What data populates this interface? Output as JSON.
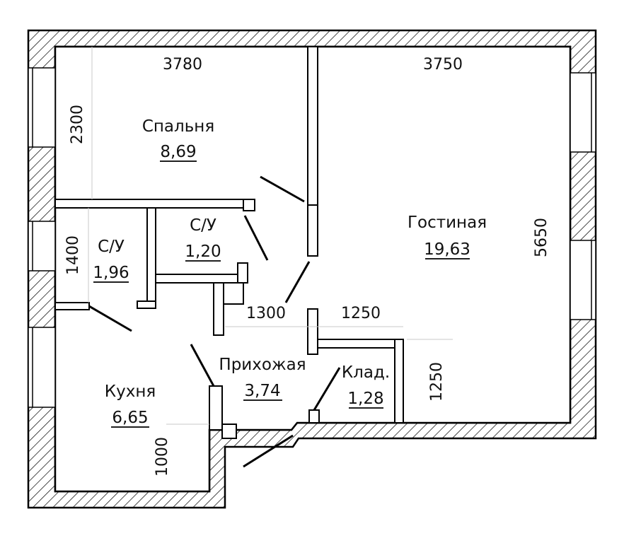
{
  "rooms": {
    "bedroom": {
      "name": "Спальня",
      "area": "8,69"
    },
    "living": {
      "name": "Гостиная",
      "area": "19,63"
    },
    "bath1": {
      "name": "С/У",
      "area": "1,96"
    },
    "bath2": {
      "name": "С/У",
      "area": "1,20"
    },
    "hall": {
      "name": "Прихожая",
      "area": "3,74"
    },
    "kitchen": {
      "name": "Кухня",
      "area": "6,65"
    },
    "storage": {
      "name": "Клад.",
      "area": "1,28"
    }
  },
  "dimensions": {
    "bedroom_width": "3780",
    "living_width": "3750",
    "bedroom_depth": "2300",
    "living_depth": "5650",
    "bath_depth": "1400",
    "hall_span": "1300",
    "storage_width": "1250",
    "storage_depth": "1250",
    "kitchen_wall": "1000"
  },
  "colors": {
    "wall_stroke": "#000000",
    "hatch": "#000000",
    "dimension_line": "#c8c8c8",
    "background": "#ffffff"
  }
}
